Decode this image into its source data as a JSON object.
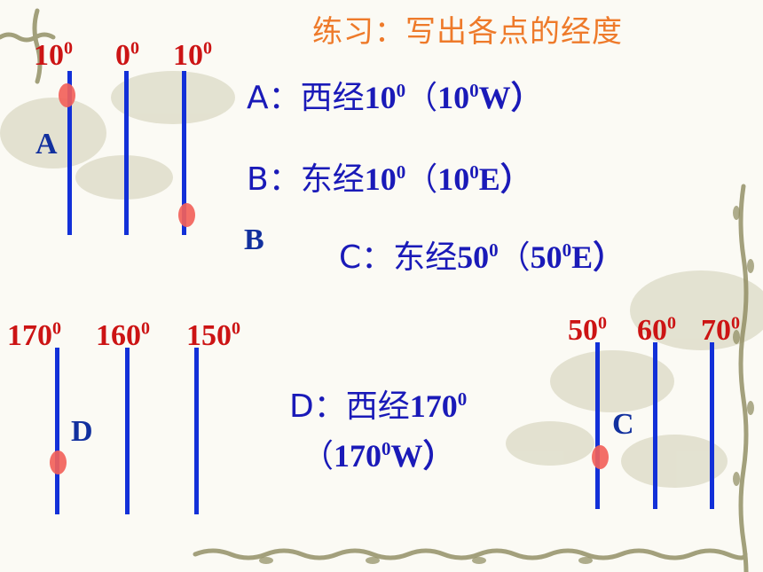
{
  "title": "练习：写出各点的经度",
  "degree_symbol": "0",
  "groups": {
    "top_left": {
      "labels": [
        "10",
        "0",
        "10"
      ],
      "points": [
        "A",
        "B"
      ]
    },
    "bottom_left": {
      "labels": [
        "170",
        "160",
        "150"
      ],
      "points": [
        "D"
      ]
    },
    "bottom_right": {
      "labels": [
        "50",
        "60",
        "70"
      ],
      "points": [
        "C"
      ]
    }
  },
  "answers": {
    "a": {
      "prefix": "A：西经",
      "num": "10",
      "mid": "（",
      "num2": "10",
      "suffix": "W）"
    },
    "b": {
      "prefix": "B：东经",
      "num": "10",
      "mid": "（",
      "num2": "10",
      "suffix": "E）"
    },
    "c": {
      "prefix": "C：东经",
      "num": "50",
      "mid": "（",
      "num2": "50",
      "suffix": "E）"
    },
    "d": {
      "prefix": "D：西经",
      "num": "170",
      "mid": "（",
      "num2": "170",
      "suffix": "W）"
    }
  },
  "colors": {
    "title": "#ee7a2a",
    "degree_labels": "#cc1414",
    "point_labels": "#12309e",
    "answers": "#1a1ab8",
    "meridians": "#1230d8",
    "dots": "#f2625a"
  }
}
